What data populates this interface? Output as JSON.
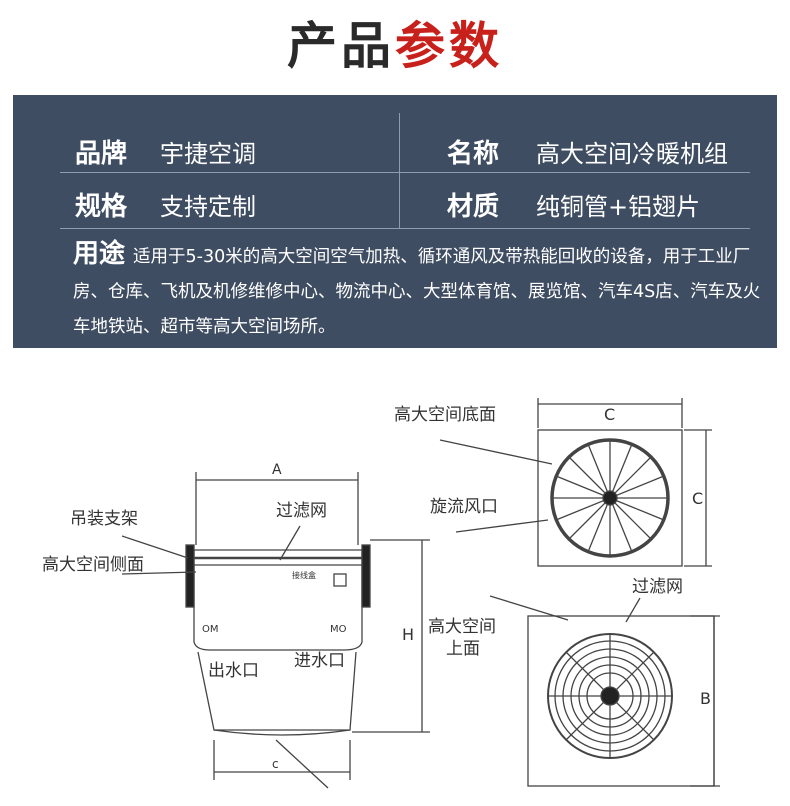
{
  "header": {
    "title_part1": "产品",
    "title_part2": "参数"
  },
  "specs": {
    "brand_label": "品牌",
    "brand_value": "宇捷空调",
    "name_label": "名称",
    "name_value": "高大空间冷暖机组",
    "spec_label": "规格",
    "spec_value": "支持定制",
    "material_label": "材质",
    "material_value": "纯铜管+铝翅片",
    "usage_label": "用途",
    "usage_text": "适用于5-30米的高大空间空气加热、循环通风及带热能回收的设备，用于工业厂房、仓库、飞机及机修维修中心、物流中心、大型体育馆、展览馆、汽车4S店、汽车及火车地铁站、超市等高大空间场所。"
  },
  "diagram": {
    "hanger_label": "吊装支架",
    "side_label": "高大空间侧面",
    "filter_label": "过滤网",
    "outlet_label": "出水口",
    "inlet_label": "进水口",
    "bottom_label": "高大空间底面",
    "swirl_label": "旋流风口",
    "top_label_1": "高大空间",
    "top_label_2": "上面",
    "filter_label_2": "过滤网",
    "dim_a": "A",
    "dim_h": "H",
    "dim_c_bottom": "c",
    "dim_c_top": "C",
    "dim_c_side": "C",
    "dim_b": "B",
    "panel_text": "接线盒",
    "port_left": "OM",
    "port_right": "MO"
  }
}
